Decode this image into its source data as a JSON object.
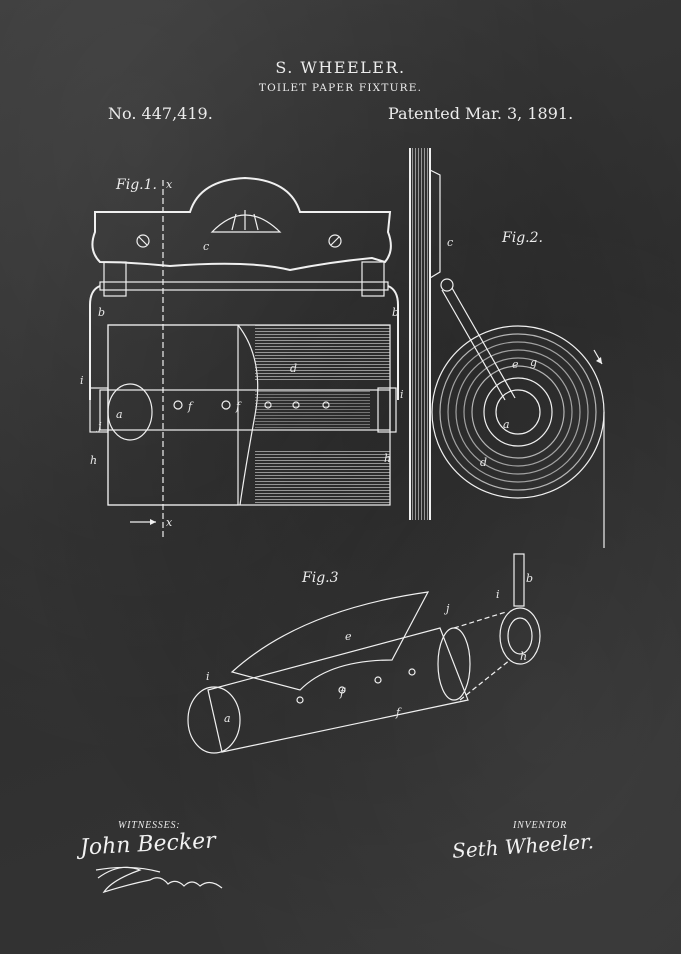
{
  "header": {
    "title": "S. WHEELER.",
    "subtitle": "TOILET PAPER FIXTURE.",
    "patent_number": "No. 447,419.",
    "patent_date": "Patented Mar. 3, 1891."
  },
  "figures": {
    "fig1": "Fig.1.",
    "fig2": "Fig.2.",
    "fig3": "Fig.3"
  },
  "footer": {
    "witnesses_label": "WITNESSES:",
    "witness_signature_1": "John Becker",
    "inventor_label": "INVENTOR",
    "inventor_signature": "Seth Wheeler."
  },
  "colors": {
    "background": "#2f2f2f",
    "ink": "#f0f0f0"
  }
}
